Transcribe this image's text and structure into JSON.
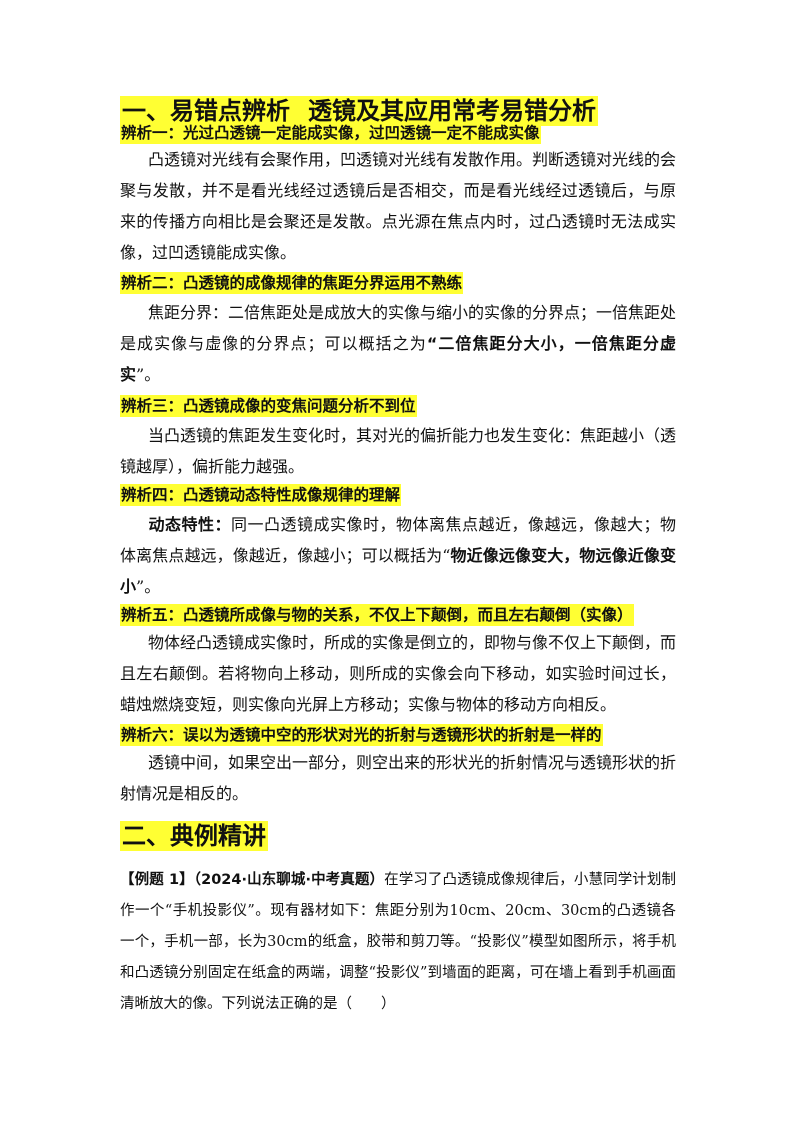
{
  "section1": {
    "title": "一、易错点辨析",
    "subtitle": "透镜及其应用常考易错分析"
  },
  "items": [
    {
      "heading": "辨析一：光过凸透镜一定能成实像，过凹透镜一定不能成实像",
      "body": "凸透镜对光线有会聚作用，凹透镜对光线有发散作用。判断透镜对光线的会聚与发散，并不是看光线经过透镜后是否相交，而是看光线经过透镜后，与原来的传播方向相比是会聚还是发散。点光源在焦点内时，过凸透镜时无法成实像，过凹透镜能成实像。"
    },
    {
      "heading": "辨析二：凸透镜的成像规律的焦距分界运用不熟练",
      "body_pre": "焦距分界：二倍焦距处是成放大的实像与缩小的实像的分界点；一倍焦距处是成实像与虚像的分界点；可以概括之为",
      "body_bold": "“二倍焦距分大小，一倍焦距分虚实",
      "body_post": "”。"
    },
    {
      "heading": "辨析三：凸透镜成像的变焦问题分析不到位",
      "body": "当凸透镜的焦距发生变化时，其对光的偏折能力也发生变化：焦距越小（透镜越厚），偏折能力越强。"
    },
    {
      "heading": "辨析四：凸透镜动态特性成像规律的理解",
      "lead": "动态特性：",
      "body_pre": "同一凸透镜成实像时，物体离焦点越近，像越远，像越大；物体离焦点越远，像越近，像越小；可以概括为“",
      "body_bold": "物近像远像变大，物远像近像变小",
      "body_post": "”。"
    },
    {
      "heading": "辨析五：凸透镜所成像与物的关系，不仅上下颠倒，而且左右颠倒（实像）",
      "body": "物体经凸透镜成实像时，所成的实像是倒立的，即物与像不仅上下颠倒，而且左右颠倒。若将物向上移动，则所成的实像会向下移动，如实验时间过长，蜡烛燃烧变短，则实像向光屏上方移动；实像与物体的移动方向相反。"
    },
    {
      "heading": "辨析六：误以为透镜中空的形状对光的折射与透镜形状的折射是一样的",
      "body": "透镜中间，如果空出一部分，则空出来的形状光的折射情况与透镜形状的折射情况是相反的。"
    }
  ],
  "section2": {
    "title": "二、典例精讲"
  },
  "example1": {
    "label": "【例题 1】",
    "source": "（2024·山东聊城·中考真题）",
    "body": "在学习了凸透镜成像规律后，小慧同学计划制作一个“手机投影仪”。现有器材如下：焦距分别为10cm、20cm、30cm的凸透镜各一个，手机一部，长为30cm的纸盒，胶带和剪刀等。“投影仪”模型如图所示，将手机和凸透镜分别固定在纸盒的两端，调整“投影仪”到墙面的距离，可在墙上看到手机画面清晰放大的像。下列说法正确的是（　　）"
  }
}
